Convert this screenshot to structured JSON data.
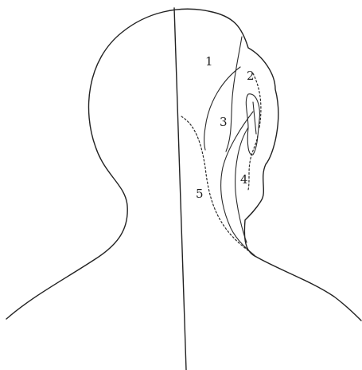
{
  "labels": {
    "region_1": "1",
    "region_2": "2",
    "region_3": "3",
    "region_4": "4",
    "region_5": "5"
  },
  "colors": {
    "ink": "#222222",
    "paper": "#ffffff"
  }
}
